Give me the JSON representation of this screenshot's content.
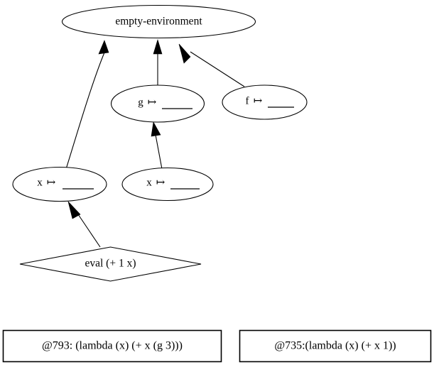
{
  "diagram": {
    "type": "environment-diagram",
    "background_color": "#ffffff",
    "stroke_color": "#000000",
    "nodes": {
      "global": {
        "label": "empty-environment",
        "shape": "ellipse"
      },
      "frame_g": {
        "binding": "g",
        "mapsto": "↦",
        "value": "",
        "shape": "ellipse"
      },
      "frame_f": {
        "binding": "f",
        "mapsto": "↦",
        "value": "",
        "shape": "ellipse"
      },
      "frame_x_left": {
        "binding": "x",
        "mapsto": "↦",
        "value": "",
        "shape": "ellipse"
      },
      "frame_x_right": {
        "binding": "x",
        "mapsto": "↦",
        "value": "",
        "shape": "ellipse"
      },
      "eval_node": {
        "label": "eval (+ 1 x)",
        "shape": "diamond"
      }
    },
    "closures": [
      {
        "label": "@793: (lambda (x) (+ x (g 3)))"
      },
      {
        "label": "@735:(lambda (x) (+ x 1))"
      }
    ]
  }
}
